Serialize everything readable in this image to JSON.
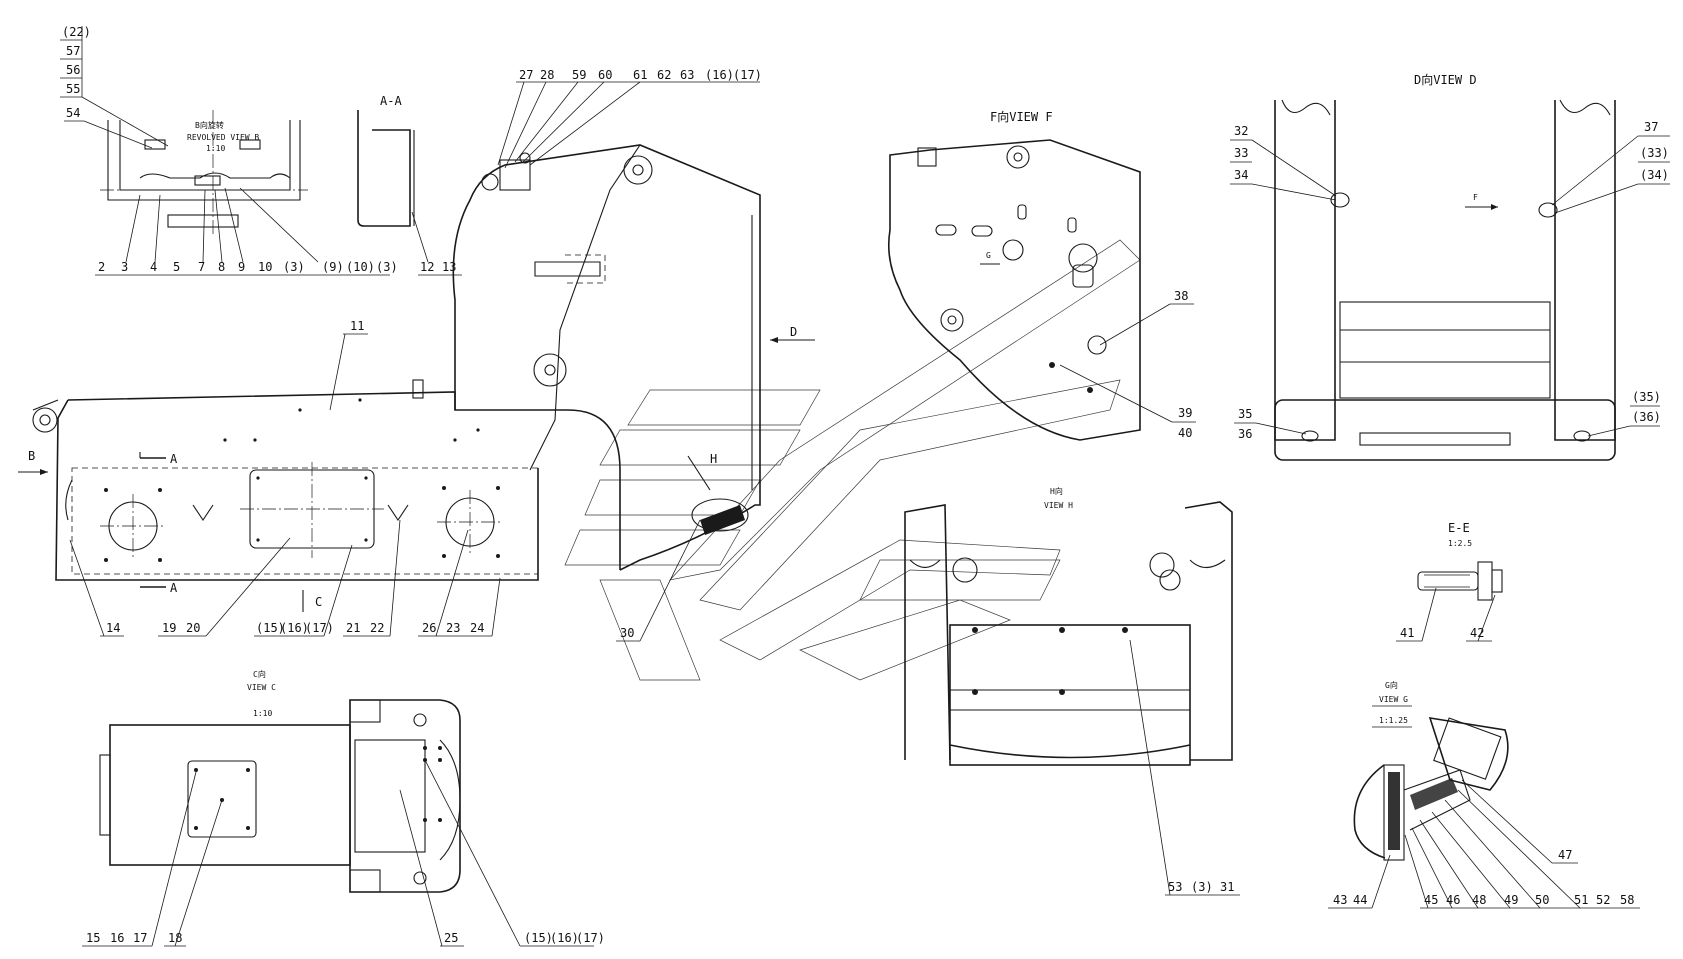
{
  "views": {
    "aa": {
      "title": "A-A"
    },
    "b": {
      "line1": "B向旋转",
      "line2": "REVOLVED VIEW B",
      "scale": "1:10"
    },
    "c": {
      "line1": "C向",
      "line2": "VIEW C",
      "scale": "1:10"
    },
    "d": {
      "title": "D向VIEW D"
    },
    "f": {
      "title": "F向VIEW F"
    },
    "h": {
      "line1": "H向",
      "line2": "VIEW H"
    },
    "ee": {
      "title": "E-E",
      "scale": "1:2.5"
    },
    "g": {
      "line1": "G向",
      "line2": "VIEW G",
      "scale": "1:1.25"
    }
  },
  "section_markers": {
    "b_arrow": "B",
    "c_arrow": "C",
    "d_arrow": "D",
    "h_arrow": "H",
    "a_top": "A",
    "a_bottom": "A",
    "f_arrow": "F",
    "g_arrow": "G"
  },
  "callouts": {
    "b_stack": [
      "(22)",
      "57",
      "56",
      "55"
    ],
    "c54": "54",
    "b_bottom": [
      "2",
      "3",
      "4",
      "5",
      "7",
      "8",
      "9",
      "10",
      "(3)",
      "(9)",
      "(10)",
      "(3)"
    ],
    "aa_bottom": [
      "12",
      "13"
    ],
    "top_row": [
      "27",
      "28",
      "59",
      "60",
      "61",
      "62",
      "63",
      "(16)",
      "(17)"
    ],
    "c11": "11",
    "main_bottom": [
      "14",
      "19",
      "20",
      "(15)",
      "(16)",
      "(17)",
      "21",
      "22",
      "26",
      "23",
      "24"
    ],
    "c30": "30",
    "c38": "38",
    "c39_40": [
      "39",
      "40"
    ],
    "d_left": [
      "32",
      "33",
      "34"
    ],
    "d_right": [
      "37",
      "(33)",
      "(34)"
    ],
    "d_bottom_left": [
      "35",
      "36"
    ],
    "d_bottom_right": [
      "(35)",
      "(36)"
    ],
    "ee_bottom": [
      "41",
      "42"
    ],
    "c_bottom": [
      "15",
      "16",
      "17",
      "18",
      "25",
      "(15)",
      "(16)",
      "(17)"
    ],
    "h_bottom": [
      "53",
      "(3)",
      "31"
    ],
    "c47": "47",
    "g_bottom": [
      "43",
      "44",
      "45",
      "46",
      "48",
      "49",
      "50",
      "51",
      "52",
      "58"
    ]
  }
}
